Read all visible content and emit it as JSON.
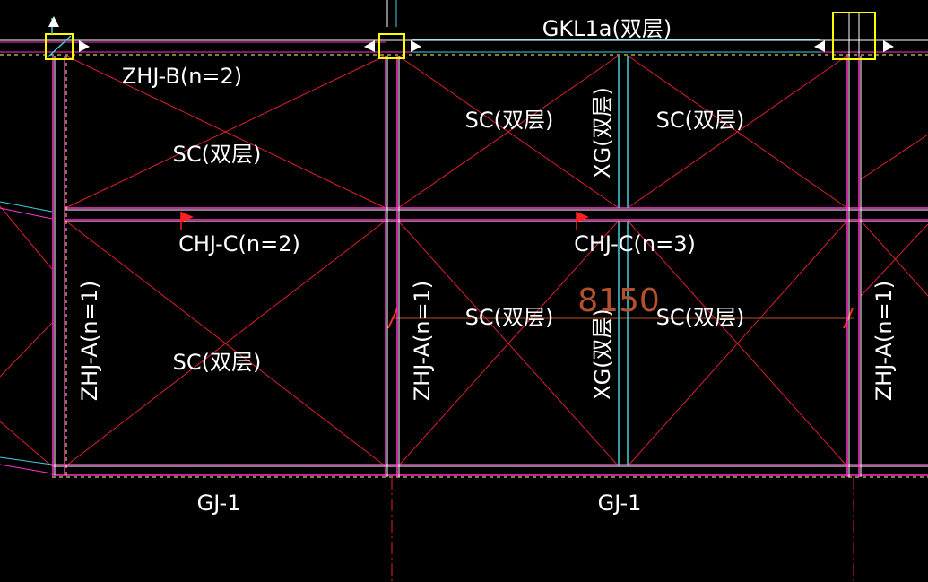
{
  "drawing": {
    "colors": {
      "background": "#000000",
      "beam_magenta": "#ff33cc",
      "beam_white": "#ffffff",
      "brace_red": "#e0202a",
      "cyan_member": "#40d0e0",
      "column_box": "#ffff00",
      "dimension": "#b3502e",
      "marker_red": "#ff2020"
    },
    "labels": {
      "gkl": "GKL1a(双层)",
      "zhj_b": "ZHJ-B(n=2)",
      "sc_1": "SC(双层)",
      "sc_2": "SC(双层)",
      "sc_3": "SC(双层)",
      "sc_4": "SC(双层)",
      "sc_5": "SC(双层)",
      "sc_6": "SC(双层)",
      "xg_top": "XG(双层)",
      "xg_bottom": "XG(双层)",
      "chj_c2": "CHJ-C(n=2)",
      "chj_c3": "CHJ-C(n=3)",
      "zhj_a_1": "ZHJ-A(n=1)",
      "zhj_a_2": "ZHJ-A(n=1)",
      "zhj_a_3": "ZHJ-A(n=1)",
      "gj_1": "GJ-1",
      "gj_2": "GJ-1",
      "dimension": "8150"
    }
  }
}
